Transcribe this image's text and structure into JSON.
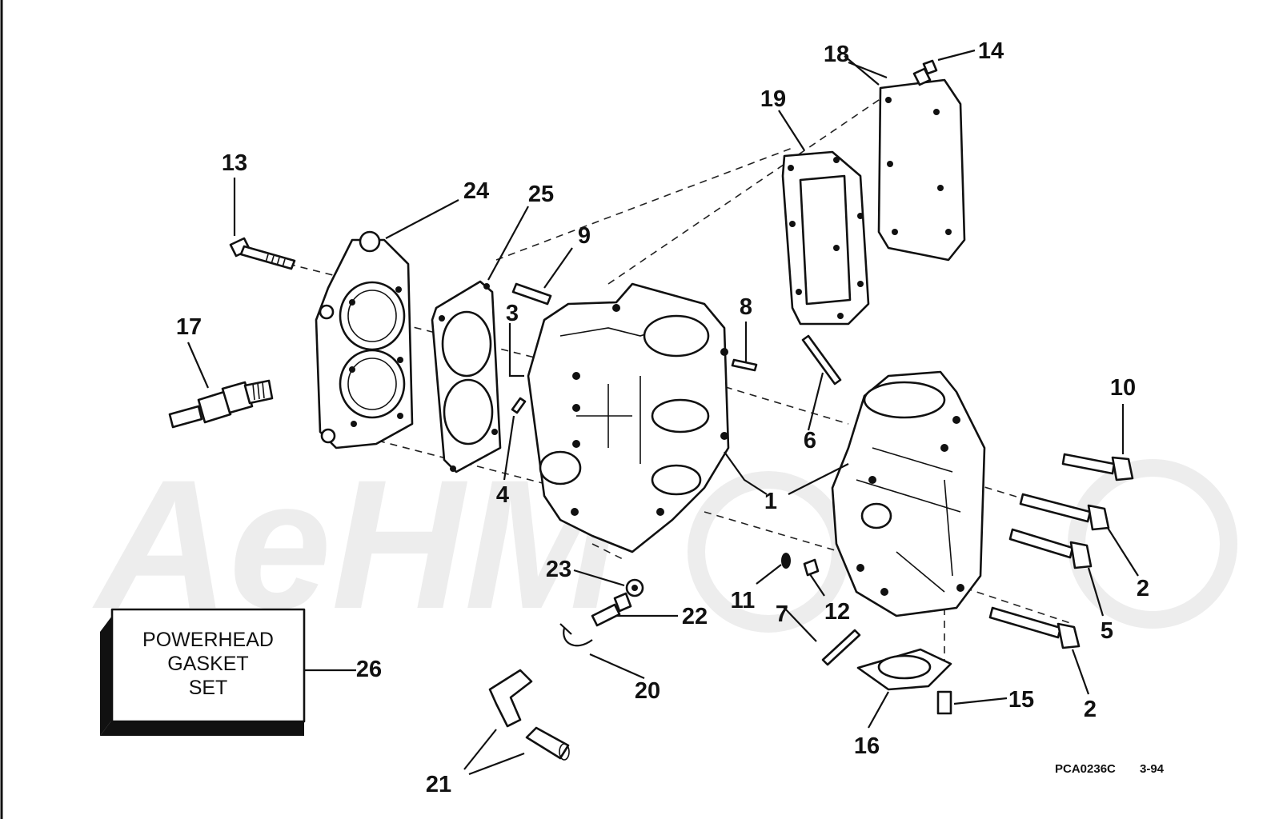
{
  "labels": {
    "p1": "1",
    "p2a": "2",
    "p2b": "2",
    "p3": "3",
    "p4": "4",
    "p5": "5",
    "p6": "6",
    "p7": "7",
    "p8": "8",
    "p9": "9",
    "p10": "10",
    "p11": "11",
    "p12": "12",
    "p13": "13",
    "p14": "14",
    "p15": "15",
    "p16": "16",
    "p17": "17",
    "p18": "18",
    "p19": "19",
    "p20": "20",
    "p21": "21",
    "p22": "22",
    "p23": "23",
    "p24": "24",
    "p25": "25",
    "p26": "26"
  },
  "gasket_set_box": {
    "line1": "POWERHEAD",
    "line2": "GASKET",
    "line3": "SET"
  },
  "reference": {
    "code": "PCA0236C",
    "date": "3-94"
  },
  "watermark": "AeHM",
  "colors": {
    "ink": "#111111",
    "watermark": "#ededed",
    "paper": "#ffffff"
  }
}
